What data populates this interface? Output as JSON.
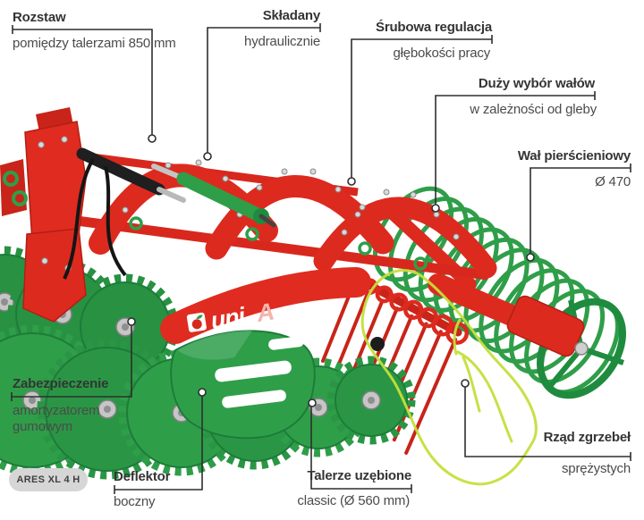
{
  "figure": {
    "type": "product-feature-diagram",
    "subject": "disc-harrow"
  },
  "product": {
    "badge": "ARES XL 4 H",
    "brand_word": "uni",
    "brand_letter": "A"
  },
  "callouts": {
    "rozstaw": {
      "title": "Rozstaw",
      "subtitle": "pomiędzy talerzami 850 mm"
    },
    "skladany": {
      "title": "Składany",
      "subtitle": "hydraulicznie"
    },
    "srubowa_regulacja": {
      "title": "Śrubowa regulacja",
      "subtitle": "głębokości pracy"
    },
    "duzy_wybor_walow": {
      "title": "Duży wybór wałów",
      "subtitle": "w zależności od gleby"
    },
    "wal_pierscieniowy": {
      "title": "Wał pierścieniowy",
      "subtitle": "Ø 470"
    },
    "zabezpieczenie": {
      "title": "Zabezpieczenie",
      "subtitle": "amortyzatorem gumowym"
    },
    "deflektor": {
      "title": "Deflektor",
      "subtitle": "boczny"
    },
    "talerze_uzebione": {
      "title": "Talerze uzębione",
      "subtitle": "classic (Ø 560 mm)"
    },
    "rzad_zgrzebel": {
      "title": "Rząd zgrzebeł",
      "subtitle": "sprężystych"
    }
  },
  "colors": {
    "frame_red": "#dd2a1e",
    "frame_red_dark": "#b21f15",
    "machine_green": "#2f9e49",
    "machine_green_dark": "#1d7c39",
    "annotation_marker": "#c4e03b",
    "callout_line": "#2e2e2e"
  }
}
